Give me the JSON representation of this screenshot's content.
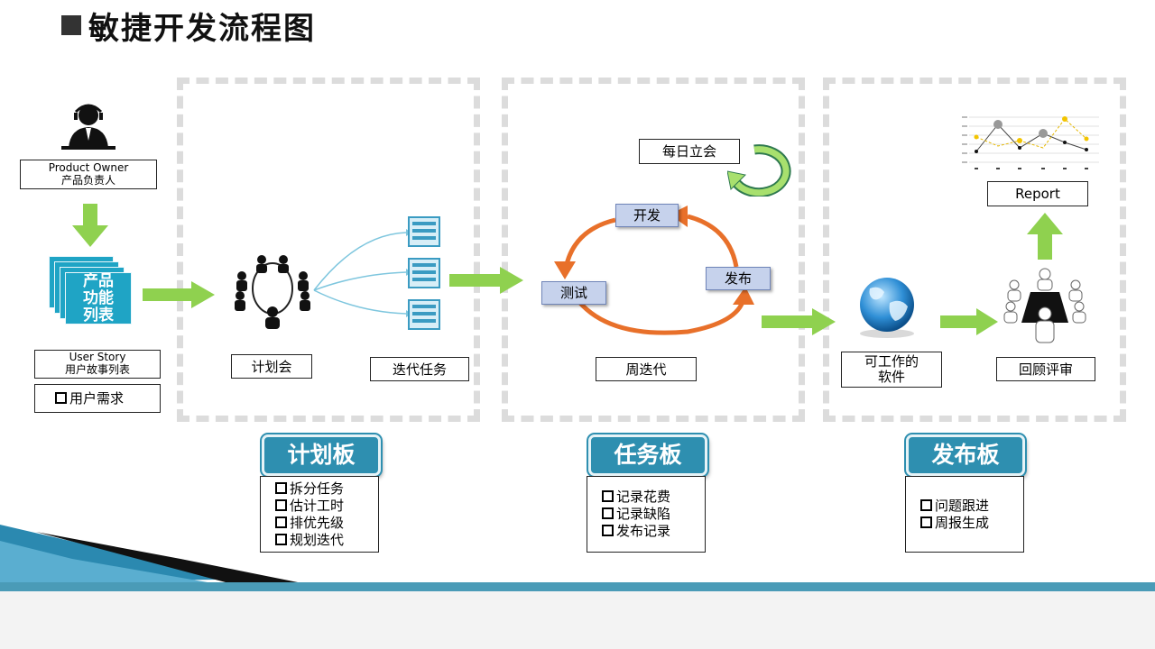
{
  "title": "敏捷开发流程图",
  "product_owner": {
    "en": "Product Owner",
    "cn": "产品负责人"
  },
  "product_backlog": [
    "产品",
    "功能",
    "列表"
  ],
  "user_story": {
    "en": "User Story",
    "cn": "用户故事列表"
  },
  "user_needs": "用户需求",
  "plan_meeting": "计划会",
  "iteration_tasks": "迭代任务",
  "daily_standup": "每日立会",
  "cycle": {
    "develop": "开发",
    "test": "测试",
    "release": "发布"
  },
  "weekly_iteration": "周迭代",
  "working_software": [
    "可工作的",
    "软件"
  ],
  "review": "回顾评审",
  "report": "Report",
  "boards": {
    "plan": {
      "title": "计划板",
      "items": [
        "拆分任务",
        "估计工时",
        "排优先级",
        "规划迭代"
      ]
    },
    "task": {
      "title": "任务板",
      "items": [
        "记录花费",
        "记录缺陷",
        "发布记录"
      ]
    },
    "release": {
      "title": "发布板",
      "items": [
        "问题跟进",
        "周报生成"
      ]
    }
  },
  "colors": {
    "arrow_green": "#8fd14f",
    "cycle_orange": "#e8702a",
    "board_blue": "#2e8fb0",
    "doc_blue": "#3a9bc2"
  }
}
